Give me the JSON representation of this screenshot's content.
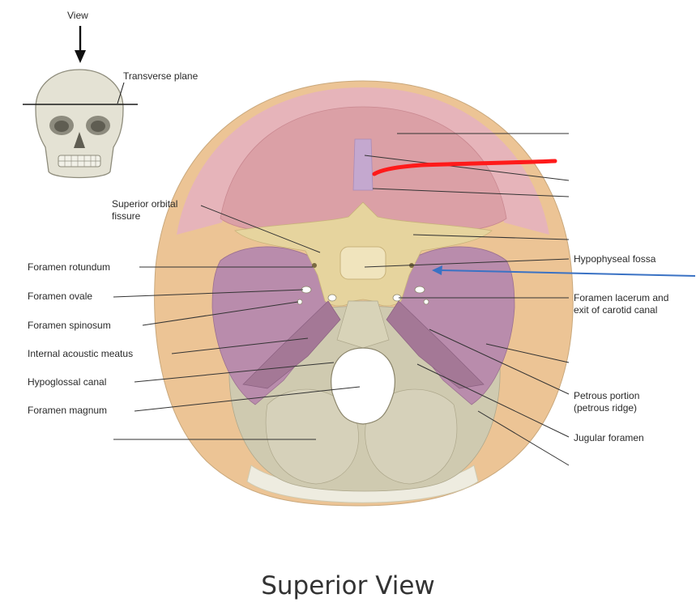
{
  "title": "Superior View",
  "inset": {
    "view_label": "View",
    "plane_label": "Transverse plane"
  },
  "labels_left": {
    "superior_orbital_fissure": "Superior orbital fissure",
    "foramen_rotundum": "Foramen rotundum",
    "foramen_ovale": "Foramen ovale",
    "foramen_spinosum": "Foramen spinosum",
    "internal_acoustic_meatus": "Internal acoustic meatus",
    "hypoglossal_canal": "Hypoglossal canal",
    "foramen_magnum": "Foramen magnum"
  },
  "labels_right": {
    "hypophyseal_fossa": "Hypophyseal fossa",
    "foramen_lacerum": "Foramen lacerum and exit of carotid canal",
    "petrous_portion": "Petrous portion (petrous ridge)",
    "jugular_foramen": "Jugular foramen"
  },
  "colors": {
    "frontal": "#dba0a6",
    "frontal_rim": "#e6b4ba",
    "sphenoid": "#e6d49e",
    "temporal": "#b98cac",
    "occipital": "#cfcab0",
    "parietal_rim": "#ecc495",
    "crista_galli": "#c4a8cf",
    "red_annotation": "#ff1a1a",
    "blue_annotation": "#3a72c4"
  }
}
